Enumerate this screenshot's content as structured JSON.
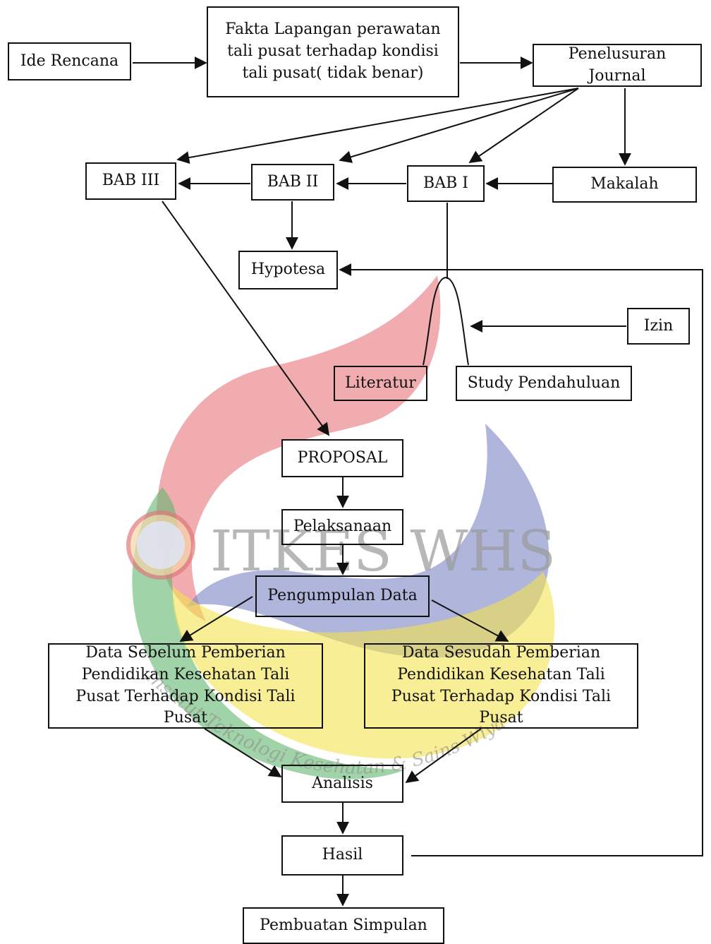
{
  "watermark": {
    "logo_text": "ITKES WHS",
    "arc_text": "Institut Teknologi Kesehatan & Sains Wiyata Husada Samarinda",
    "colors": {
      "red": "#e8747c",
      "blue": "#7b83c4",
      "green": "#63b56e",
      "yellow": "#f3e34e"
    }
  },
  "nodes": {
    "ide_rencana": "Ide Rencana",
    "fakta_lapangan": "Fakta Lapangan perawatan tali pusat terhadap kondisi tali pusat( tidak benar)",
    "penelusuran_journal": "Penelusuran Journal",
    "bab_iii": "BAB III",
    "bab_ii": "BAB II",
    "bab_i": "BAB I",
    "makalah": "Makalah",
    "hypotesa": "Hypotesa",
    "izin": "Izin",
    "literatur": "Literatur",
    "study_pendahuluan": "Study Pendahuluan",
    "proposal": "PROPOSAL",
    "pelaksanaan": "Pelaksanaan",
    "pengumpulan_data": "Pengumpulan Data",
    "data_sebelum": "Data Sebelum Pemberian Pendidikan Kesehatan Tali Pusat Terhadap Kondisi Tali Pusat",
    "data_sesudah": "Data Sesudah Pemberian Pendidikan Kesehatan Tali Pusat Terhadap Kondisi Tali Pusat",
    "analisis": "Analisis",
    "hasil": "Hasil",
    "pembuatan_simpulan": "Pembuatan Simpulan"
  }
}
